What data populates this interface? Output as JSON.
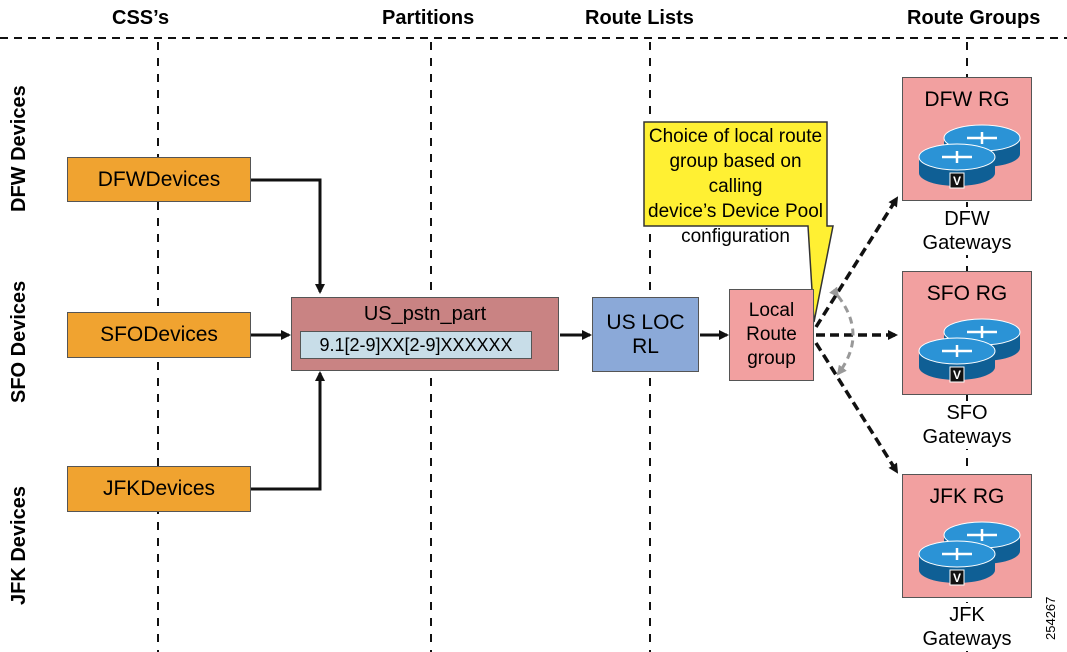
{
  "columns": [
    "CSS’s",
    "Partitions",
    "Route Lists",
    "Route Groups"
  ],
  "rows": [
    "DFW Devices",
    "SFO Devices",
    "JFK Devices"
  ],
  "css_boxes": [
    "DFWDevices",
    "SFODevices",
    "JFKDevices"
  ],
  "partition": {
    "name": "US_pstn_part",
    "pattern": "9.1[2-9]XX[2-9]XXXXXX"
  },
  "route_list": {
    "line1": "US LOC",
    "line2": "RL"
  },
  "local_route_group": {
    "line1": "Local",
    "line2": "Route",
    "line3": "group"
  },
  "callout": {
    "line1": "Choice of local route",
    "line2": "group based on calling",
    "line3": "device’s Device Pool",
    "line4": "configuration",
    "color": "#fff033"
  },
  "route_groups": [
    {
      "title": "DFW RG",
      "gw_line1": "DFW",
      "gw_line2": "Gateways",
      "router_badge": "V"
    },
    {
      "title": "SFO RG",
      "gw_line1": "SFO",
      "gw_line2": "Gateways",
      "router_badge": "V"
    },
    {
      "title": "JFK RG",
      "gw_line1": "JFK",
      "gw_line2": "Gateways",
      "router_badge": "V"
    }
  ],
  "figure_id": "254267",
  "colors": {
    "css_box": "#f0a330",
    "partition": "#c98383",
    "pattern": "#c8dde8",
    "route_list": "#8ba9d8",
    "route_group": "#f2a0a0",
    "router": "#1a7fc1",
    "selection_arrow": "#999999"
  }
}
